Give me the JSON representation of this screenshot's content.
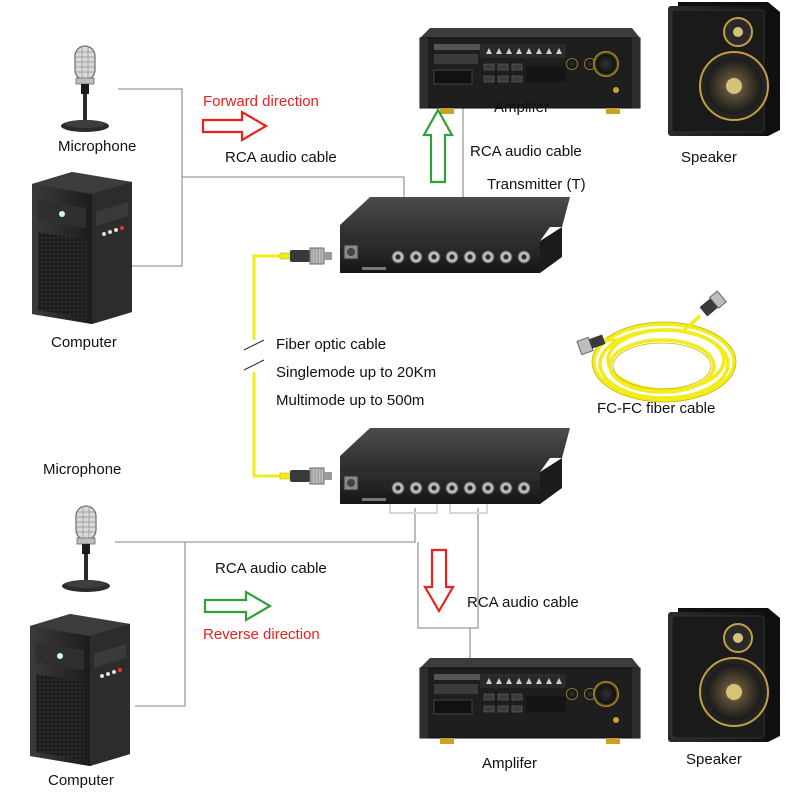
{
  "labels": {
    "top": {
      "microphone": "Microphone",
      "computer": "Computer",
      "direction": "Forward direction",
      "rca_left": "RCA audio cable",
      "rca_right": "RCA audio cable",
      "transmitter": "Transmitter (T)",
      "amplifier": "Amplifer",
      "speaker": "Speaker"
    },
    "fiber": {
      "line1": "Fiber optic cable",
      "line2": "Singlemode up to 20Km",
      "line3": "Multimode up to 500m",
      "patch_cable": "FC-FC fiber cable"
    },
    "bottom": {
      "microphone": "Microphone",
      "computer": "Computer",
      "rca_left": "RCA audio cable",
      "direction": "Reverse direction",
      "rca_right": "RCA audio cable",
      "amplifier": "Amplifer",
      "speaker": "Speaker"
    }
  },
  "colors": {
    "forward_arrow_fill": "#ffffff",
    "forward_arrow_stroke": "#e8221f",
    "reverse_arrow_fill": "#ffffff",
    "reverse_arrow_stroke": "#2fa03a",
    "up_arrow_stroke": "#2fa03a",
    "down_arrow_stroke": "#e8221f",
    "fiber": "#f2ec1c",
    "cable": "#9a9a9a"
  },
  "icons": [
    "microphone-icon",
    "computer-tower-icon",
    "amplifier-icon",
    "speaker-icon",
    "media-converter-icon",
    "fc-connector-icon",
    "fiber-coil-icon"
  ]
}
